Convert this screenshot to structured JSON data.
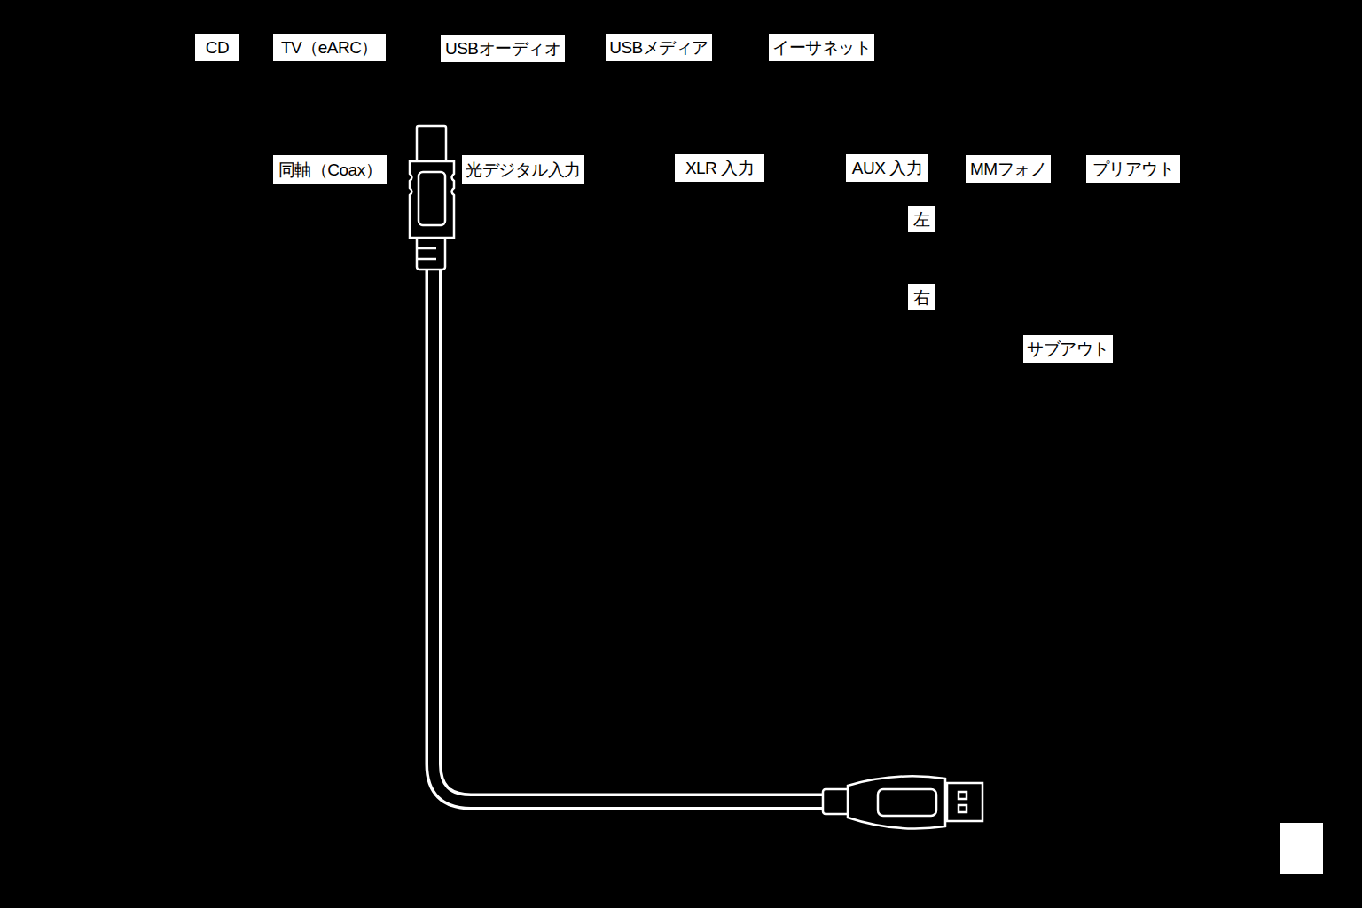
{
  "diagram": {
    "nodes": [
      {
        "text": [
          "CD"
        ]
      },
      {
        "text": [
          "TV（eARC）"
        ]
      },
      {
        "text": [
          "USBオーディオ"
        ]
      },
      {
        "text": [
          "USBメディア"
        ]
      },
      {
        "text": [
          "イーサネット"
        ]
      },
      {
        "text": [
          "同軸（Coax）"
        ]
      },
      {
        "text": [
          "光デジタル入力"
        ]
      },
      {
        "text": [
          "XLR 入力"
        ]
      },
      {
        "text": [
          "AUX 入力"
        ]
      },
      {
        "text": [
          "MMフォノ"
        ]
      },
      {
        "text": [
          "プリアウト"
        ]
      },
      {
        "text": [
          "左"
        ]
      },
      {
        "text": [
          "右"
        ]
      },
      {
        "text": [
          "サブアウト"
        ]
      }
    ]
  }
}
